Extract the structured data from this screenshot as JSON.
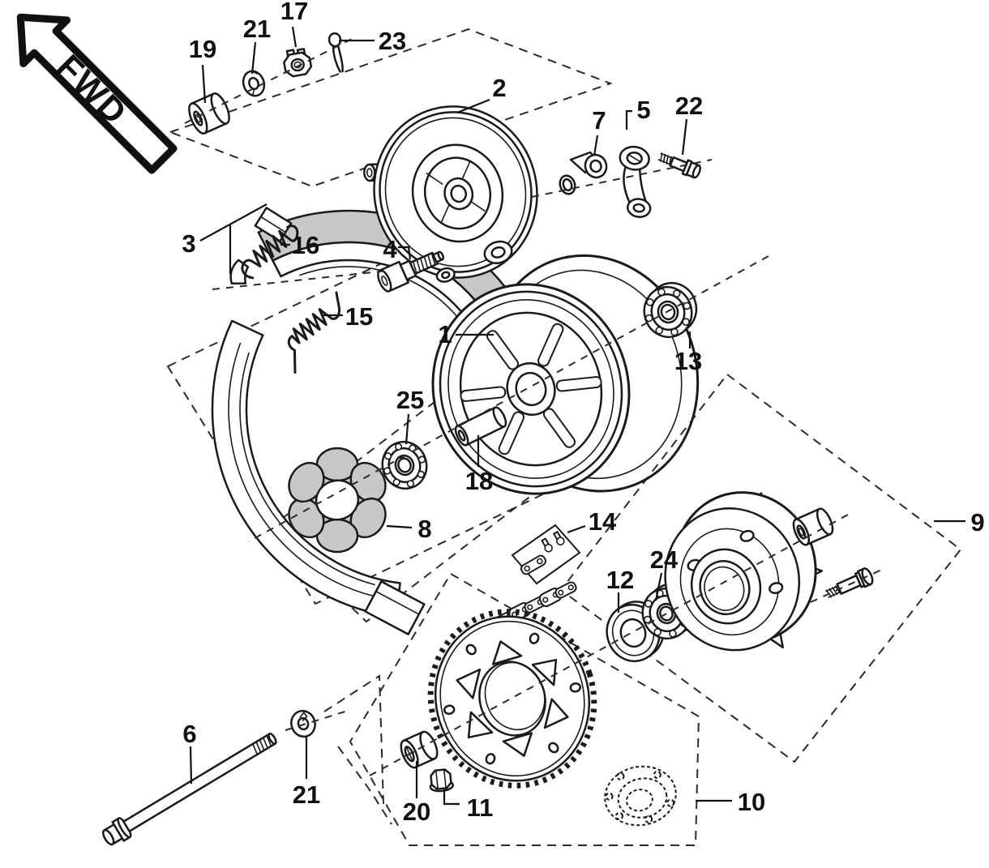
{
  "diagram": {
    "direction_indicator": "FWD",
    "style": {
      "line_color": "#1a1a1a",
      "shade_color": "#c8c8c8",
      "dash_color": "#2b2b2b",
      "background": "#ffffff"
    },
    "callouts": [
      {
        "part": "19"
      },
      {
        "part": "21"
      },
      {
        "part": "17"
      },
      {
        "part": "23"
      },
      {
        "part": "2"
      },
      {
        "part": "7"
      },
      {
        "part": "5"
      },
      {
        "part": "22"
      },
      {
        "part": "3"
      },
      {
        "part": "16"
      },
      {
        "part": "15"
      },
      {
        "part": "4"
      },
      {
        "part": "1"
      },
      {
        "part": "13"
      },
      {
        "part": "25"
      },
      {
        "part": "18"
      },
      {
        "part": "8"
      },
      {
        "part": "14"
      },
      {
        "part": "12"
      },
      {
        "part": "24"
      },
      {
        "part": "9"
      },
      {
        "part": "6"
      },
      {
        "part": "21"
      },
      {
        "part": "20"
      },
      {
        "part": "11"
      },
      {
        "part": "10"
      }
    ]
  }
}
